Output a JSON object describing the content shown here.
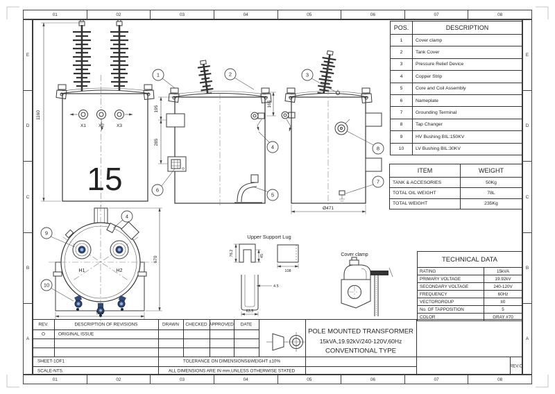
{
  "page": {
    "grid_columns": [
      "01",
      "02",
      "03",
      "04",
      "05",
      "06",
      "07",
      "08"
    ],
    "grid_rows": [
      "E",
      "D",
      "C",
      "B",
      "A"
    ]
  },
  "parts_table": {
    "col_pos": "POS.",
    "col_desc": "DESCRIPTION",
    "rows": [
      {
        "pos": "1",
        "desc": "Cover clamp"
      },
      {
        "pos": "2",
        "desc": "Tank Cover"
      },
      {
        "pos": "3",
        "desc": "Pressure Relief Device"
      },
      {
        "pos": "4",
        "desc": "Copper Strip"
      },
      {
        "pos": "5",
        "desc": "Core and Coil Assembly"
      },
      {
        "pos": "6",
        "desc": "Nameplate"
      },
      {
        "pos": "7",
        "desc": "Grounding Terminal"
      },
      {
        "pos": "8",
        "desc": "Tap Changer"
      },
      {
        "pos": "9",
        "desc": "HV Bushing BIL:150KV"
      },
      {
        "pos": "10",
        "desc": "LV Bushing BIL:30KV"
      }
    ]
  },
  "weight_table": {
    "col_item": "ITEM",
    "col_weight": "WEIGHT",
    "rows": [
      {
        "item": "TANK & ACCESORIES",
        "weight": "50Kg"
      },
      {
        "item": "TOTAL OIL WEIGHT",
        "weight": "78L"
      },
      {
        "item": "TOTAL WEIGHT",
        "weight": "235Kg"
      }
    ]
  },
  "technical_data": {
    "title": "TECHNICAL DATA",
    "rows": [
      {
        "label": "RATING",
        "value": "15kVA"
      },
      {
        "label": "PRIMARY VOLTAGE",
        "value": "19.92kV"
      },
      {
        "label": "SECONDARY VOLTAGE",
        "value": "240-120V"
      },
      {
        "label": "FREQUENCY",
        "value": "60Hz"
      },
      {
        "label": "VECTORGROUP",
        "value": "Ii0"
      },
      {
        "label": "No. OF TAPPOSITION",
        "value": "5"
      },
      {
        "label": "COLOR",
        "value": "GRAY #70"
      }
    ]
  },
  "title_block": {
    "line1": "POLE MOUNTED TRANSFORMER",
    "line2": "15kVA,19.92kV/240-120V,60Hz",
    "line3": "CONVENTIONAL TYPE",
    "rev": "REV.O"
  },
  "revision_table": {
    "col_rev": "REV.",
    "col_desc": "DESCRIPTION OF REVISIONS",
    "col_drawn": "DRAWN",
    "col_checked": "CHECKED",
    "col_approved": "APPROVED",
    "col_date": "DATE",
    "row_rev": "O",
    "row_desc": "ORIGINAL ISSUE",
    "sheet": "SHEET-1OF1",
    "scale": "SCALE-NTS.",
    "tolerance": "TOLERANCE ON DIMENSIONS&WEIGHT ±10%",
    "units_note": "ALL DIMENSIONS ARE IN mm,UNLESS OTHERWISE STATED"
  },
  "balloons": [
    "1",
    "2",
    "3",
    "4",
    "5",
    "6",
    "7",
    "8",
    "9",
    "10"
  ],
  "views": {
    "front": {
      "height_dim": "1160",
      "tank_marking": "15",
      "lv_terminals": [
        "X1",
        "X2",
        "X3"
      ]
    },
    "side": {
      "dim_a": "195",
      "dim_b": "285",
      "dim_c": "165"
    },
    "end": {
      "diameter_dim": "Ø471"
    },
    "top": {
      "height_dim": "670",
      "width_dim": "595",
      "hv_terminals": [
        "H1",
        "H2"
      ]
    },
    "lug_detail": {
      "title": "Upper Support Lug",
      "dim_height": "76.2",
      "dim_notch": "45",
      "dim_width": "108",
      "dim_thickness": "4.5",
      "dim_channel": "63.5"
    },
    "clamp_detail": {
      "title": "Cover clamp"
    }
  },
  "colors": {
    "line": "#3a3a3a",
    "lv_bushing_blue": "#33497b",
    "lv_bushing_light": "#9db1d6"
  }
}
